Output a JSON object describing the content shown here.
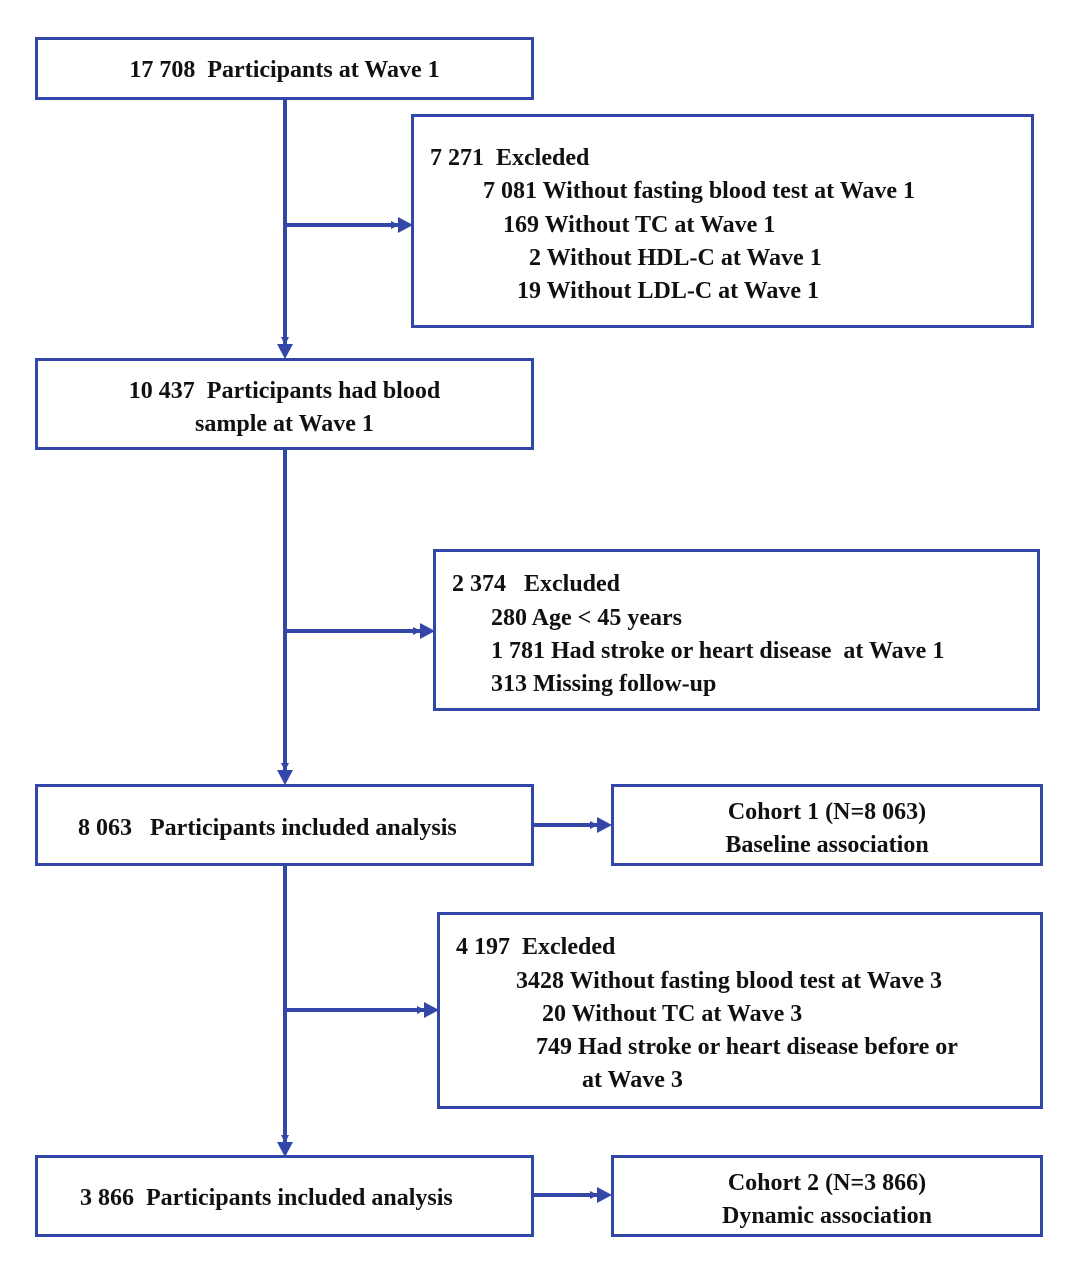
{
  "colors": {
    "box_border": "#3347a8",
    "arrow": "#3347a8",
    "text": "#111111"
  },
  "main_boxes": [
    {
      "lines": [
        "17 708  Participants at Wave 1"
      ]
    },
    {
      "lines": [
        "10 437  Participants had blood",
        "sample at Wave 1"
      ]
    },
    {
      "lines": [
        "8 063   Participants included analysis"
      ]
    },
    {
      "lines": [
        "3 866  Participants included analysis"
      ]
    }
  ],
  "exclusion_boxes": [
    {
      "header": "7 271  Excleded",
      "items": [
        "7 081 Without fasting blood test at Wave 1",
        "169 Without TC at Wave 1",
        "2 Without HDL-C at Wave 1",
        "19 Without LDL-C at Wave 1"
      ]
    },
    {
      "header": "2 374   Excluded",
      "items": [
        "280 Age < 45 years",
        "1 781 Had stroke or heart disease  at Wave 1",
        "313 Missing follow-up"
      ]
    },
    {
      "header": "4 197  Excleded",
      "items": [
        "3428 Without fasting blood test at Wave 3",
        "20 Without TC at Wave 3",
        "749 Had stroke or heart disease before or",
        "at Wave 3"
      ]
    }
  ],
  "cohort_boxes": [
    {
      "title": "Cohort 1 (N=8 063)",
      "subtitle": "Baseline association"
    },
    {
      "title": "Cohort 2 (N=3 866)",
      "subtitle": "Dynamic association"
    }
  ]
}
